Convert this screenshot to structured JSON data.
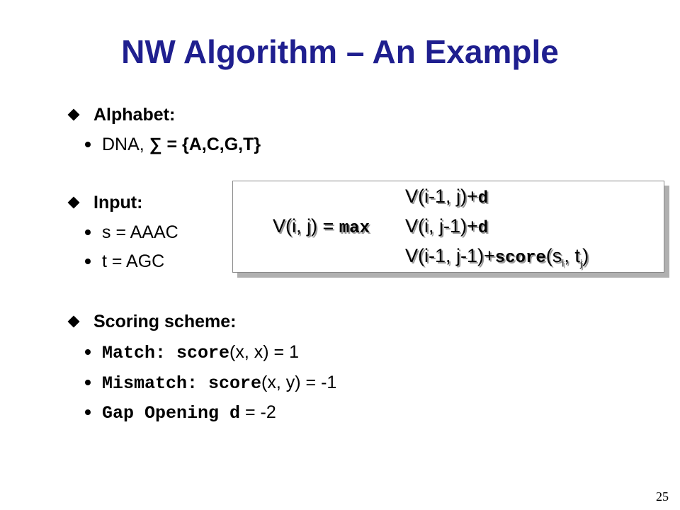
{
  "title": "NW Algorithm – An Example",
  "alphabet": {
    "heading": "Alphabet:",
    "item_prefix": "DNA, ",
    "item_sigma": "∑ = {A,C,G,T}"
  },
  "input": {
    "heading": "Input:",
    "s": "s = AAAC",
    "t": "t = AGC"
  },
  "scoring": {
    "heading": "Scoring scheme:",
    "match_label": "Match: score",
    "match_rest": "(x, x) = 1",
    "mismatch_label": "Mismatch: score",
    "mismatch_rest": "(x, y) = -1",
    "gap_label": "Gap Opening d",
    "gap_rest": " = -2"
  },
  "formula": {
    "lhs": "V(i, j) = ",
    "max": "max",
    "line1_a": "V(i-1, j)+",
    "line1_d": "d",
    "line2_a": "V(i, j-1)+",
    "line2_d": "d",
    "line3_a": "V(i-1, j-1)+",
    "line3_score": "score",
    "line3_b": "(s",
    "line3_sub_i": "i",
    "line3_c": ", t",
    "line3_sub_j": "j",
    "line3_d": ")"
  },
  "page_number": "25"
}
